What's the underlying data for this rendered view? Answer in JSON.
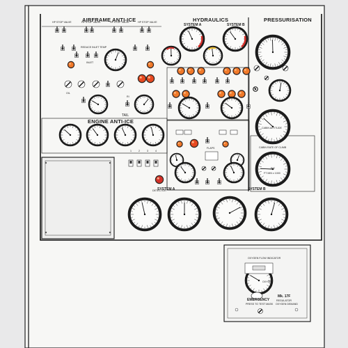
{
  "sections": {
    "airframe_anti_ice": "AIRFRAME ANTI-ICE",
    "hydraulics": "HYDRAULICS",
    "pressurisation": "PRESSURISATION",
    "engine_anti_ice": "ENGINE ANTI-ICE"
  },
  "hydraulics": {
    "system_a": "SYSTEM A",
    "system_b": "SYSTEM B",
    "system_a_lower": "SYSTEM A",
    "system_b_lower": "SYSTEM B"
  },
  "airframe": {
    "hp_valve_labels": [
      "HP STOP VALVE",
      "HP STOP VALVE",
      "HP STOP VALVE",
      "HP STOP VALVE"
    ],
    "inlet": "INLET",
    "reduce_inlet_temp": "REDUCE INLET TEMP",
    "tail": "TAIL",
    "oil": "OIL",
    "ri": "RI"
  },
  "pressurisation": {
    "cabin_alt": "CABIN ALTITUDE",
    "cabin_climb_title": "CABIN RATE OF CLIMB",
    "cabin_climb_unit": "FT MIN x 1000",
    "cabin_climb_short": "R/C"
  },
  "misc": {
    "detector": "DETECTOR",
    "flaps": "FLAPS",
    "emergency": "EMERGENCY",
    "press_to_test": "PRESS TO TEST MASK",
    "oxygen": "OXYGEN",
    "flow_indicator": "OXYGEN FLOW INDICATOR",
    "regulator_model": "Mk. 17F",
    "regulator": "REGULATOR",
    "regulator_sub": "OXYGEN DEMAND",
    "switch_numbers": [
      "1",
      "2",
      "3",
      "4"
    ]
  }
}
